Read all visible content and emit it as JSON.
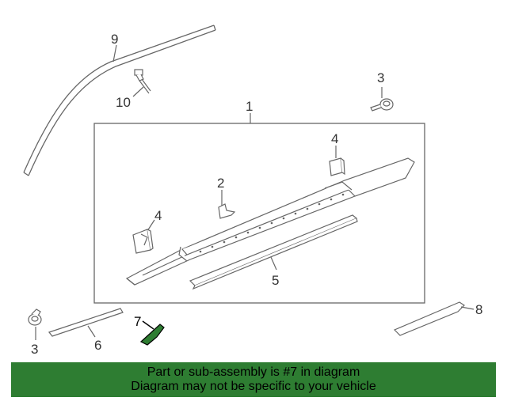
{
  "diagram": {
    "callouts": {
      "c1": "1",
      "c2": "2",
      "c3_top": "3",
      "c3_bottom": "3",
      "c4_right": "4",
      "c4_left": "4",
      "c5": "5",
      "c6": "6",
      "c7": "7",
      "c8": "8",
      "c9": "9",
      "c10": "10"
    },
    "highlight_part": "7",
    "colors": {
      "line": "#666666",
      "highlight_fill": "#2e7d32",
      "banner_bg": "#2e7d32"
    }
  },
  "banner": {
    "line1": "Part or sub-assembly is #7 in diagram",
    "line2": "Diagram may not be specific to your vehicle"
  }
}
